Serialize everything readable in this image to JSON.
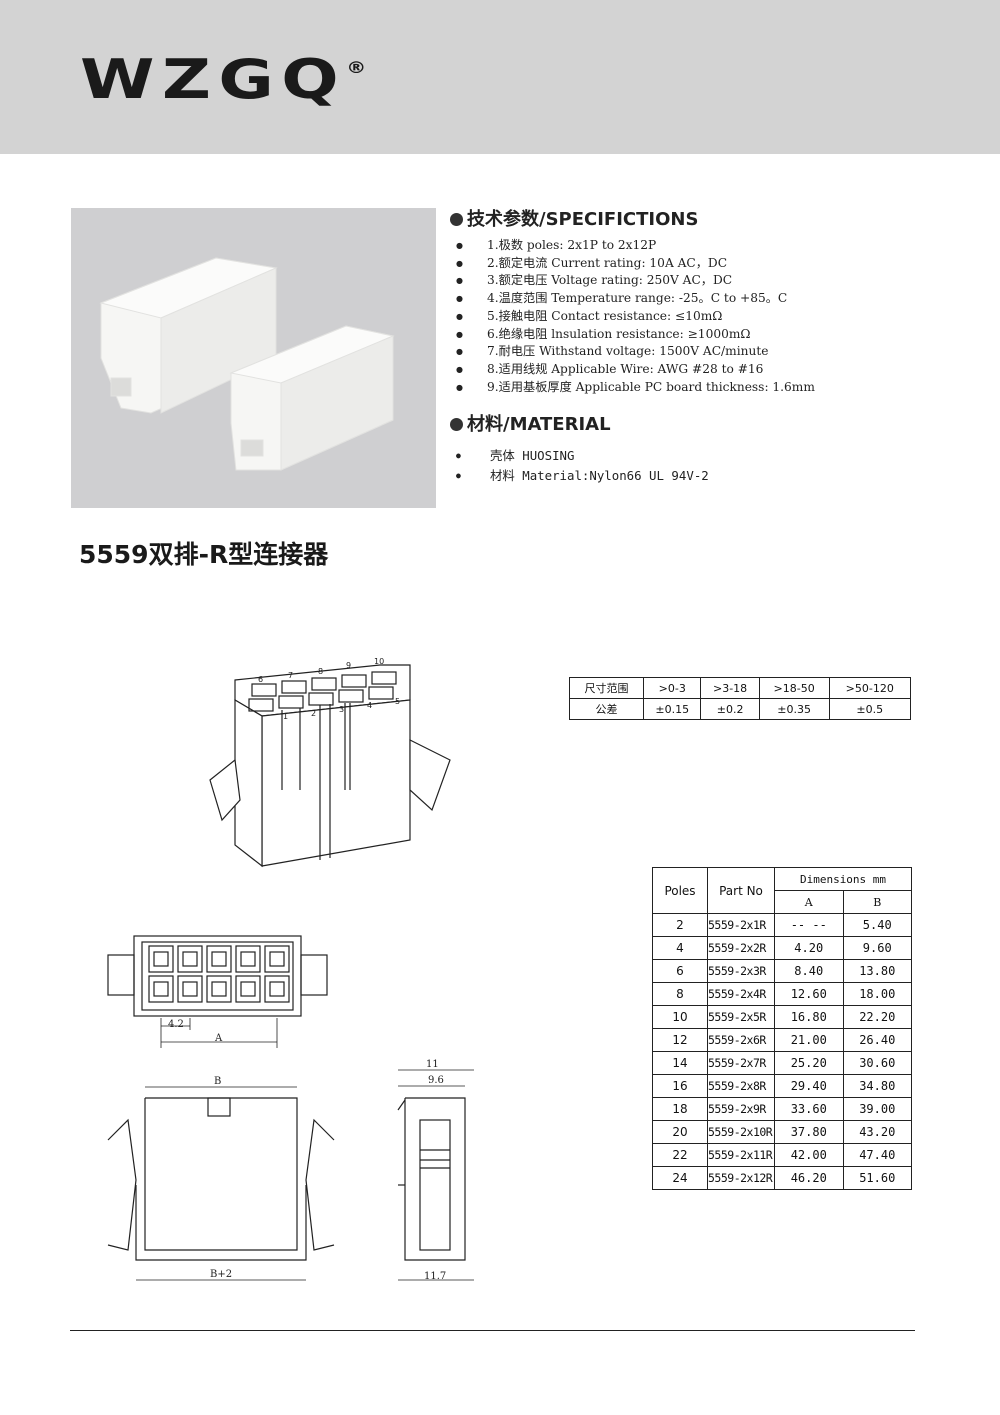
{
  "brand": {
    "name": "WZGQ",
    "mark": "®"
  },
  "specs": {
    "title": "技术参数/SPECIFICTIONS",
    "items": [
      "1.极数 poles: 2x1P to 2x12P",
      "2.额定电流 Current rating: 10A AC，DC",
      "3.额定电压 Voltage rating: 250V AC，DC",
      "4.温度范围 Temperature range: -25。C to +85。C",
      "5.接触电阻 Contact resistance: ≤10mΩ",
      "6.绝缘电阻 lnsulation resistance: ≥1000mΩ",
      "7.耐电压 Withstand voltage: 1500V AC/minute",
      "8.适用线规 Applicable Wire: AWG #28 to #16",
      "9.适用基板厚度 Applicable PC board thickness: 1.6mm"
    ]
  },
  "material": {
    "title": "材料/MATERIAL",
    "items": [
      "壳体 HUOSING",
      "材料 Material:Nylon66 UL 94V-2"
    ]
  },
  "product_title": "5559双排-R型连接器",
  "tolerance": {
    "row1_label": "尺寸范围",
    "ranges": [
      ">0-3",
      ">3-18",
      ">18-50",
      ">50-120"
    ],
    "row2_label": "公差",
    "values": [
      "±0.15",
      "±0.2",
      "±0.35",
      "±0.5"
    ]
  },
  "dimensions_table": {
    "col_poles": "Poles",
    "col_part": "Part No",
    "col_dims": "Dimensions mm",
    "col_a": "A",
    "col_b": "B",
    "rows": [
      {
        "poles": "2",
        "part": "5559-2x1R",
        "a": "-- --",
        "b": "5.40"
      },
      {
        "poles": "4",
        "part": "5559-2x2R",
        "a": "4.20",
        "b": "9.60"
      },
      {
        "poles": "6",
        "part": "5559-2x3R",
        "a": "8.40",
        "b": "13.80"
      },
      {
        "poles": "8",
        "part": "5559-2x4R",
        "a": "12.60",
        "b": "18.00"
      },
      {
        "poles": "10",
        "part": "5559-2x5R",
        "a": "16.80",
        "b": "22.20"
      },
      {
        "poles": "12",
        "part": "5559-2x6R",
        "a": "21.00",
        "b": "26.40"
      },
      {
        "poles": "14",
        "part": "5559-2x7R",
        "a": "25.20",
        "b": "30.60"
      },
      {
        "poles": "16",
        "part": "5559-2x8R",
        "a": "29.40",
        "b": "34.80"
      },
      {
        "poles": "18",
        "part": "5559-2x9R",
        "a": "33.60",
        "b": "39.00"
      },
      {
        "poles": "20",
        "part": "5559-2x10R",
        "a": "37.80",
        "b": "43.20"
      },
      {
        "poles": "22",
        "part": "5559-2x11R",
        "a": "42.00",
        "b": "47.40"
      },
      {
        "poles": "24",
        "part": "5559-2x12R",
        "a": "46.20",
        "b": "51.60"
      }
    ]
  },
  "drawing_labels": {
    "pitch": "4.2",
    "a": "A",
    "b": "B",
    "b_plus_2": "B+2",
    "side_11": "11",
    "side_96": "9.6",
    "side_117": "11.7",
    "pin_numbers": [
      "6",
      "7",
      "8",
      "9",
      "10",
      "1",
      "2",
      "3",
      "4",
      "5"
    ]
  }
}
